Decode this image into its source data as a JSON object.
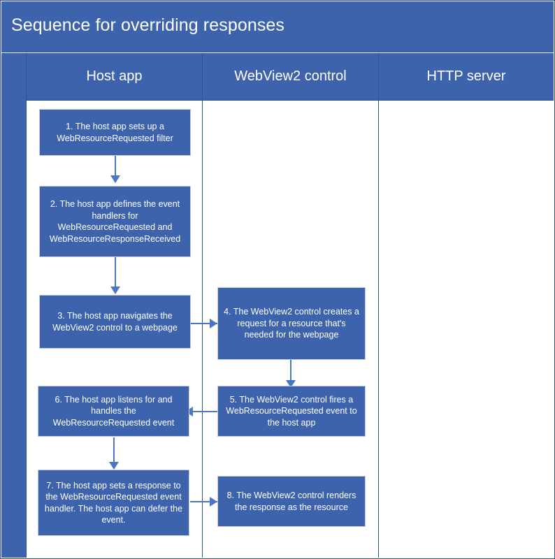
{
  "diagram": {
    "title": "Sequence for overriding responses",
    "accent_color": "#3d63ad",
    "connector_color": "#4a76c4",
    "box_border_color": "#c8ccd4",
    "title_text_color": "#ffffff",
    "lanes": [
      {
        "id": "host-app",
        "label": "Host app"
      },
      {
        "id": "webview2-control",
        "label": "WebView2 control"
      },
      {
        "id": "http-server",
        "label": "HTTP server"
      }
    ],
    "steps": [
      {
        "number": "1",
        "lane": "host-app",
        "text": "1. The host app sets up a WebResourceRequested filter"
      },
      {
        "number": "2",
        "lane": "host-app",
        "text": "2. The host app defines the event handlers for WebResourceRequested and WebResourceResponseReceived"
      },
      {
        "number": "3",
        "lane": "host-app",
        "text": "3. The host app navigates the WebView2 control to a webpage"
      },
      {
        "number": "4",
        "lane": "webview2-control",
        "text": "4. The WebView2 control creates a request for a resource that's needed for the webpage"
      },
      {
        "number": "5",
        "lane": "webview2-control",
        "text": "5. The WebView2 control fires a WebResourceRequested event to the host app"
      },
      {
        "number": "6",
        "lane": "host-app",
        "text": "6. The host app listens for and handles the WebResourceRequested event"
      },
      {
        "number": "7",
        "lane": "host-app",
        "text": "7. The host app sets a response to the WebResourceRequested event handler. The host app can defer the event."
      },
      {
        "number": "8",
        "lane": "webview2-control",
        "text": "8. The WebView2 control renders the response as the resource"
      }
    ],
    "connections": [
      {
        "from": "1",
        "to": "2",
        "direction": "down"
      },
      {
        "from": "2",
        "to": "3",
        "direction": "down"
      },
      {
        "from": "3",
        "to": "4",
        "direction": "right"
      },
      {
        "from": "4",
        "to": "5",
        "direction": "down"
      },
      {
        "from": "5",
        "to": "6",
        "direction": "left"
      },
      {
        "from": "6",
        "to": "7",
        "direction": "down"
      },
      {
        "from": "7",
        "to": "8",
        "direction": "right"
      }
    ]
  }
}
